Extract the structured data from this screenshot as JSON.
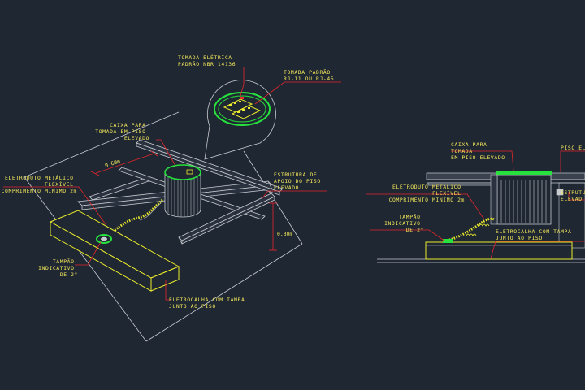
{
  "colors": {
    "background": "#1f2733",
    "leader": "#e8262b",
    "label": "#f4e85a",
    "outline": "#c9ccd0",
    "green": "#27e23c",
    "yellow_part": "#ecec2a"
  },
  "iso_view": {
    "tomada_eletrica": [
      "TOMADA ELÉTRICA",
      "PADRÃO NBR 14136"
    ],
    "tomada_padrao": [
      "TOMADA PADRÃO",
      "RJ-11 OU RJ-45"
    ],
    "caixa_para": [
      "CAIXA PARA",
      "TOMADA EM PISO",
      "ELEVADO"
    ],
    "eletroduto": [
      "ELETRODUTO METÁLICO",
      "FLEXÍVEL",
      "COMPRIMENTO MÍNIMO 2m"
    ],
    "estrutura": [
      "ESTRUTURA DE",
      "APOIO DO PISO",
      "ELEVADO"
    ],
    "tampao": [
      "TAMPÃO",
      "INDICATIVO",
      "DE 2\""
    ],
    "eletrocalha": [
      "ELETROCALHA COM TAMPA",
      "JUNTO AO PISO"
    ],
    "dim_060": "0.60m",
    "dim_030": "0.30m"
  },
  "section_view": {
    "caixa_para": [
      "CAIXA PARA",
      "TOMADA",
      "EM PISO ELEVADO"
    ],
    "piso": [
      "PISO EL"
    ],
    "estrutura": [
      "ESTRUTU",
      "ELEVAD"
    ],
    "eletroduto": [
      "ELETRODUTO METÁLICO",
      "FLEXÍVEL",
      "COMPRIMENTO MÍNIMO 2m"
    ],
    "tampao": [
      "TAMPÃO",
      "INDICATIVO",
      "DE 2\""
    ],
    "eletrocalha": [
      "ELETROCALHA COM TAMPA",
      "JUNTO AO PISO"
    ]
  }
}
